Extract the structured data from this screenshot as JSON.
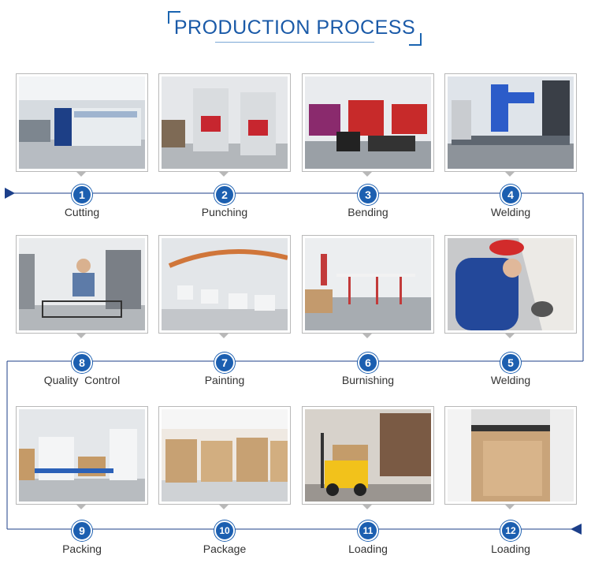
{
  "title": "PRODUCTION PROCESS",
  "colors": {
    "accent": "#1c5fb0",
    "line": "#1c3f8a"
  },
  "steps": [
    {
      "number": "1",
      "label": "Cutting",
      "icon": "laser-cutting-machine"
    },
    {
      "number": "2",
      "label": "Punching",
      "icon": "punch-press"
    },
    {
      "number": "3",
      "label": "Bending",
      "icon": "press-brake"
    },
    {
      "number": "4",
      "label": "Welding",
      "icon": "welding-robot"
    },
    {
      "number": "5",
      "label": "Welding",
      "icon": "manual-grinding"
    },
    {
      "number": "6",
      "label": "Burnishing",
      "icon": "workshop-frames"
    },
    {
      "number": "7",
      "label": "Painting",
      "icon": "paint-line"
    },
    {
      "number": "8",
      "label": "Quality  Control",
      "icon": "inspection"
    },
    {
      "number": "9",
      "label": "Packing",
      "icon": "packing-line"
    },
    {
      "number": "10",
      "label": "Package",
      "icon": "stacked-cartons"
    },
    {
      "number": "11",
      "label": "Loading",
      "icon": "forklift"
    },
    {
      "number": "12",
      "label": "Loading",
      "icon": "container"
    }
  ]
}
